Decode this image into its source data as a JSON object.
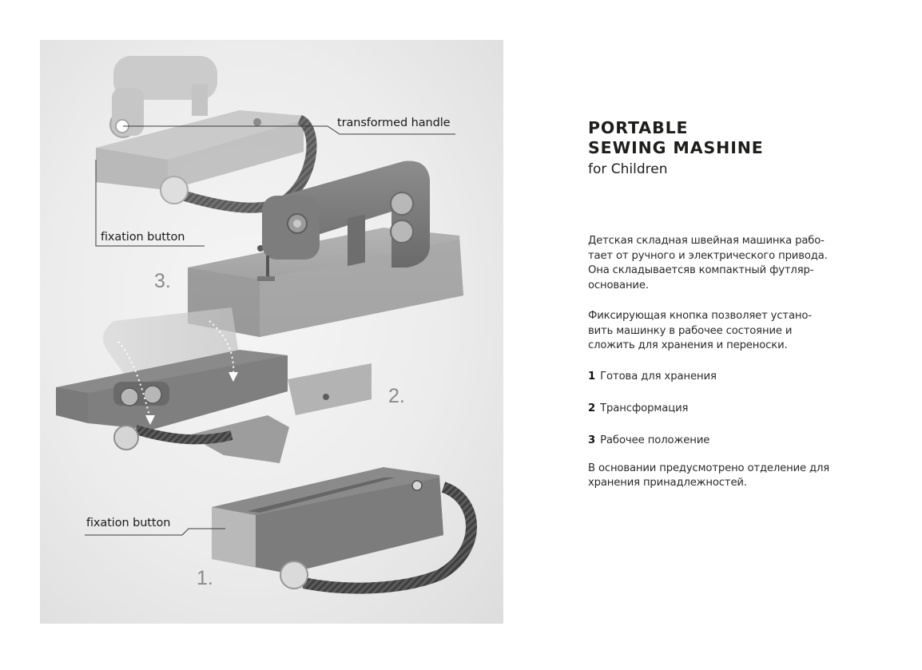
{
  "figure": {
    "callouts": {
      "transformed_handle": "transformed handle",
      "fixation_button_top": "fixation button",
      "fixation_button_bottom": "fixation button"
    },
    "step_numbers": {
      "one": "1.",
      "two": "2.",
      "three": "3."
    },
    "colors": {
      "body": "#8e8e8e",
      "body_light": "#b9b9b9",
      "shadow": "#6c6c6c",
      "strap": "#5a5a5a"
    }
  },
  "text": {
    "title_line1": "PORTABLE",
    "title_line2": "SEWING MASHINE",
    "subtitle": "for Children",
    "paragraph1_lines": [
      "Детская складная швейная машинка рабо-",
      "тает от ручного и электрического привода.",
      "Она складываетсяв компактный футляр-",
      "основание."
    ],
    "paragraph2_lines": [
      "Фиксирующая кнопка позволяет устано-",
      "вить машинку в рабочее состояние и",
      "сложить для хранения и переноски."
    ],
    "stages": [
      {
        "num": "1",
        "label": "Готова для хранения"
      },
      {
        "num": "2",
        "label": "Трансформация"
      },
      {
        "num": "3",
        "label": "Рабочее положение"
      }
    ],
    "paragraph3_lines": [
      "В основании предусмотрено отделение для",
      "хранения принадлежностей."
    ]
  }
}
